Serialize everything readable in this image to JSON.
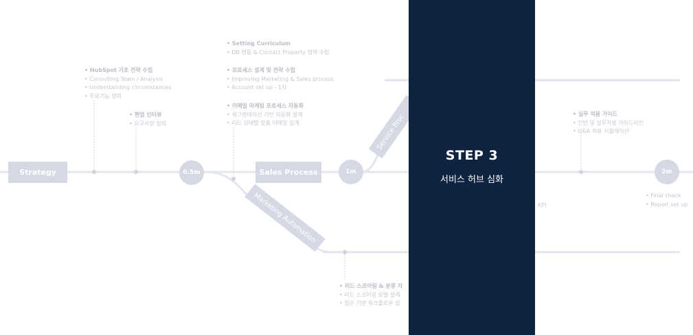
{
  "nodes": {
    "strategy": "Strategy",
    "m05": "0.5m",
    "sales": "Sales Process",
    "m1": "1m",
    "m2": "2m",
    "marketing_automation": "Marketing Automation",
    "service_hub": "Service Proc"
  },
  "notes": {
    "hubspot": {
      "items": [
        "HubSpot 기초 전략 수립",
        "Consulting Team / Analysis",
        "Understanding circumstances",
        "주요기능 정의"
      ]
    },
    "interview": {
      "items": [
        "현업 인터뷰",
        "요구사항 정의"
      ]
    },
    "curriculum": {
      "items": [
        "Setting Curriculum",
        "DB 연동 & Contact Property 정책 수립"
      ]
    },
    "process": {
      "items": [
        "프로세스 설계 및 전략 수립",
        "Improving Marketing & Sales process",
        "Account set up - 1차"
      ]
    },
    "email": {
      "items": [
        "이메일 마케팅 프로세스 자동화",
        "세그멘테이션 기반 자동화 설계",
        "리드 상태별 맞춤 이메일 설계"
      ]
    },
    "guide": {
      "items": [
        "실무 적용 가이드",
        "인턴 및 실무자용 가이드라인",
        "Q&A 적용 시뮬레이션"
      ]
    },
    "final": {
      "items": [
        "Final check",
        "Report set up"
      ]
    },
    "scoring": {
      "items": [
        "리드 스코어링 & 분류 자",
        "리드 스코어링 모델 설계",
        "점수 기반 워크플로우 설"
      ]
    },
    "kpi": "KPI"
  },
  "step": {
    "title": "STEP 3",
    "subtitle": "서비스 허브 심화"
  },
  "colors": {
    "node": "#d5d9e4",
    "line": "#e3e6ee",
    "panel": "#0d2340",
    "purple_line": "#e6dff0"
  }
}
